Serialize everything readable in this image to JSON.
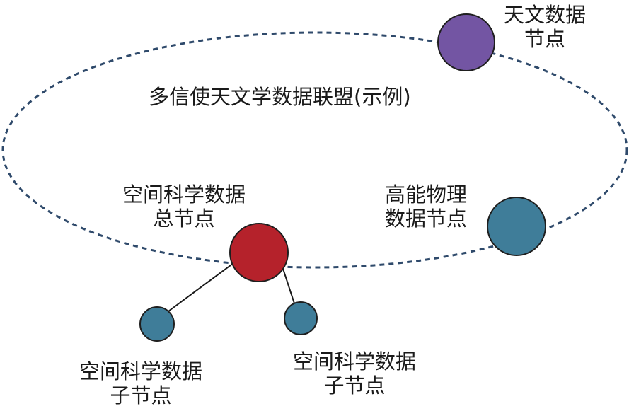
{
  "diagram": {
    "title": "多信使天文学数据联盟(示例)",
    "nodes": {
      "astronomy": {
        "line1": "天文数据",
        "line2": "节点",
        "color": "#7355a3"
      },
      "high_energy": {
        "line1": "高能物理",
        "line2": "数据节点",
        "color": "#3f7d99"
      },
      "space_main": {
        "line1": "空间科学数据",
        "line2": "总节点",
        "color": "#b5222b"
      },
      "space_sub_left": {
        "line1": "空间科学数据",
        "line2": "子节点",
        "color": "#3f7d99"
      },
      "space_sub_right": {
        "line1": "空间科学数据",
        "line2": "子节点",
        "color": "#3f7d99"
      }
    },
    "alliance_boundary_color": "#2f4a6b",
    "connector_color": "#1a1a1a"
  }
}
